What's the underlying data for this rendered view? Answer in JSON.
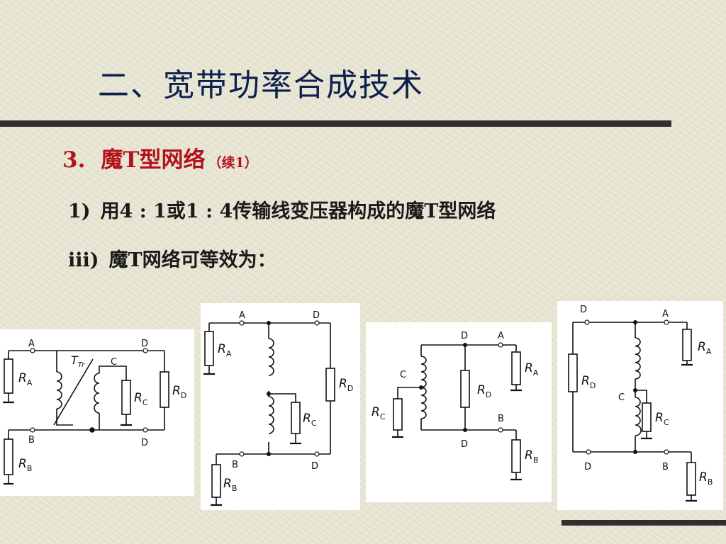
{
  "slide": {
    "title": "二、宽带功率合成技术",
    "heading": {
      "number": "3.",
      "text": "魔T型网络",
      "note": "（续1）"
    },
    "line1": {
      "label": "1)",
      "text": "用4 : 1或1 : 4传输线变压器构成的魔T型网络"
    },
    "line2": {
      "label": "iii)",
      "text": "魔T网络可等效为："
    }
  },
  "diagrams": [
    {
      "nodes": {
        "a": "A",
        "d_top": "D",
        "b": "B",
        "d_bottom": "D",
        "c": "C"
      },
      "transformer": "Tr",
      "resistors": {
        "ra": "A",
        "rb": "B",
        "rc": "C",
        "rd": "D"
      }
    },
    {
      "nodes": {
        "a": "A",
        "d_top": "D",
        "b": "B",
        "d_bottom": "D"
      },
      "resistors": {
        "ra": "A",
        "rb": "B",
        "rc": "C",
        "rd": "D"
      }
    },
    {
      "nodes": {
        "d_top": "D",
        "a": "A",
        "c": "C",
        "b": "B",
        "d_bottom": "D"
      },
      "resistors": {
        "rc": "C",
        "rd": "D",
        "ra": "A",
        "rb": "B"
      }
    },
    {
      "nodes": {
        "d_top": "D",
        "a": "A",
        "c": "C",
        "d_bottom": "D",
        "b": "B"
      },
      "resistors": {
        "rd": "D",
        "ra": "A",
        "rc": "C",
        "rb": "B"
      }
    }
  ]
}
